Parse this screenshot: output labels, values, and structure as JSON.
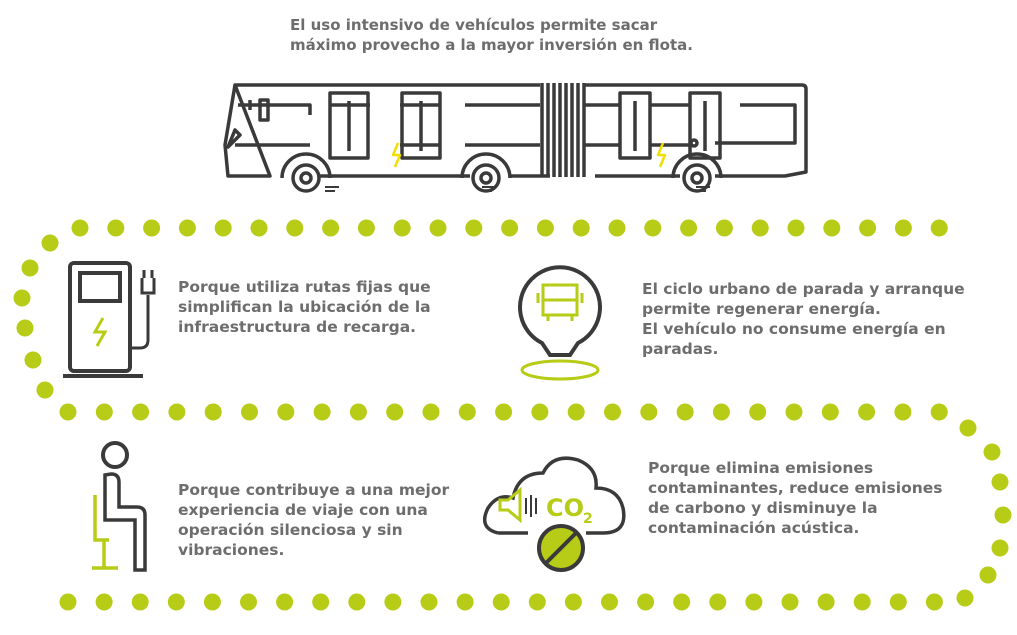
{
  "heading": "El uso intensivo de vehículos permite sacar\nmáximo provecho a la mayor inversión en flota.",
  "benefits": [
    {
      "icon": "charging-station-icon",
      "text": "Porque utiliza rutas fijas que\nsimplifican la ubicación de la\ninfraestructura de recarga."
    },
    {
      "icon": "bus-stop-location-icon",
      "text": "El ciclo urbano de parada y arranque\npermite regenerar energía.\nEl vehículo no consume energía en\nparadas."
    },
    {
      "icon": "seated-passenger-icon",
      "text": "Porque contribuye a una mejor\nexperiencia de viaje con una\noperación silenciosa y sin\nvibraciones."
    },
    {
      "icon": "no-emissions-cloud-icon",
      "text": "Porque elimina emisiones\ncontaminantes, reduce emisiones\nde carbono y disminuye la\ncontaminación acústica.",
      "co2_label": "CO"
    }
  ],
  "colors": {
    "accent": "#b7cc16",
    "text": "#6d6d6d",
    "line": "#3a3a3a",
    "bolt": "#f0e000"
  }
}
